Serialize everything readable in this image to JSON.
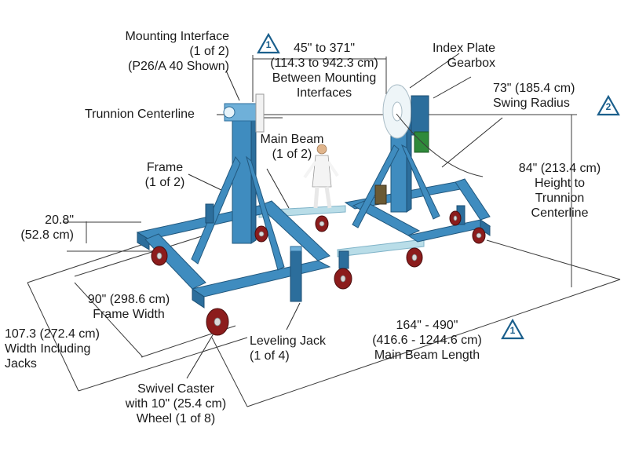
{
  "colors": {
    "frame": "#3f8cbf",
    "frame_dark": "#2c6e9c",
    "main_beam": "#b9dde8",
    "wheel": "#8c1c1c",
    "gearbox_motor": "#2f8a3a",
    "badge": "#1b5f8c"
  },
  "labels": {
    "mounting_interface": "Mounting Interface\n(1 of 2)\n(P26/A 40 Shown)",
    "between_mounting": "45\" to 371\"\n(114.3 to 942.3 cm)\nBetween Mounting\nInterfaces",
    "index_plate": "Index Plate\nGearbox",
    "swing_radius": "73\" (185.4 cm)\nSwing Radius",
    "trunnion_centerline": "Trunnion Centerline",
    "main_beam": "Main Beam\n(1 of 2)",
    "frame": "Frame\n(1 of 2)",
    "height": "84\" (213.4 cm)\nHeight to\nTrunnion\nCenterline",
    "clearance": "20.8\"\n(52.8 cm)",
    "frame_width": "90\" (298.6 cm)\nFrame Width",
    "width_jacks": "107.3 (272.4 cm)\nWidth Including\nJacks",
    "leveling_jack": "Leveling Jack\n(1 of 4)",
    "main_beam_length": "164\" - 490\"\n(416.6 - 1244.6 cm)\nMain Beam Length",
    "swivel_caster": "Swivel Caster\nwith 10\" (25.4 cm)\nWheel (1 of 8)"
  },
  "badges": {
    "between_mounting": "1",
    "swing_radius": "2",
    "main_beam_length": "1"
  }
}
